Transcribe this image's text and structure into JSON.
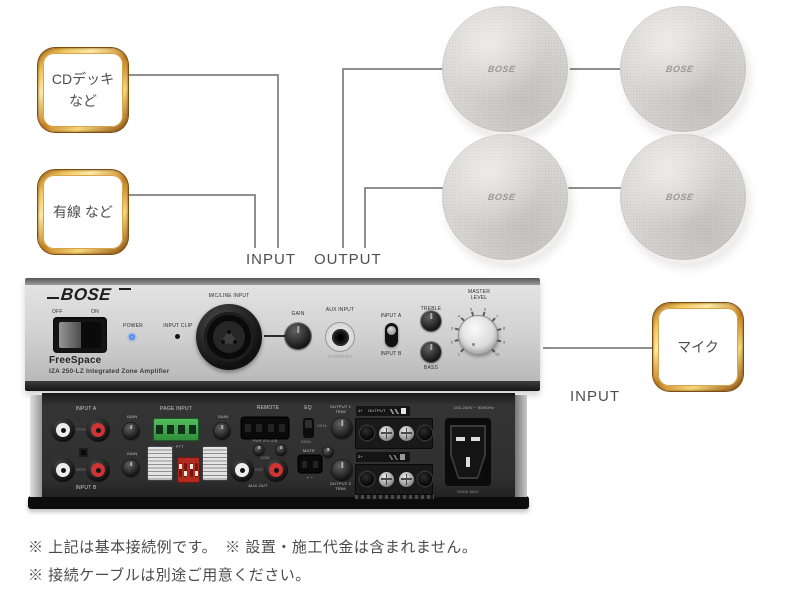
{
  "diagram": {
    "cd_box": {
      "line1": "CDデッキ",
      "line2": "など"
    },
    "wired_box": {
      "label": "有線 など"
    },
    "mic_box": {
      "label": "マイク"
    },
    "input_label_left": "INPUT",
    "output_label": "OUTPUT",
    "input_label_right": "INPUT",
    "speaker_brand": "BOSE",
    "notes": {
      "note1": "※ 上記は基本接続例です。　※ 設置・施工代金は含まれません。",
      "note2": "※ 接続ケーブルは別途ご用意ください。"
    }
  },
  "front_panel": {
    "brand": "BOSE",
    "off": "OFF",
    "on": "ON",
    "power": "POWER",
    "input_clip": "INPUT CLIP",
    "mic_line_input": "MIC/LINE INPUT",
    "gain": "GAIN",
    "aux_input": "AUX INPUT",
    "override": "OVERRIDE",
    "input_a": "INPUT A",
    "input_b": "INPUT B",
    "treble": "TREBLE",
    "bass": "BASS",
    "master_line1": "MASTER",
    "master_line2": "LEVEL",
    "master_scale": [
      "1",
      "2",
      "3",
      "4",
      "5",
      "6",
      "7",
      "8",
      "9",
      "10"
    ],
    "series": "FreeSpace",
    "model": "IZA 250-LZ Integrated Zone Amplifier"
  },
  "rear_panel": {
    "input_a": "INPUT A",
    "input_b": "INPUT B",
    "gain": "GAIN",
    "page_input": "PAGE INPUT",
    "page_marks": "+   −   PTT",
    "remote": "REMOTE",
    "remote_marks": "PWR  VOL  A/B",
    "com": "COM",
    "aux_out": "AUX OUT",
    "eq": "EQ",
    "ds16": "DS16",
    "ds40": "DS40",
    "mute": "MUTE",
    "mute_marks": "+  −",
    "output1_trim": "OUTPUT 1 TRIM",
    "output2_trim": "OUTPUT 2 TRIM",
    "output": "OUTPUT",
    "out1_tag": "1+",
    "out2_tag": "2+",
    "ac_rating": "100-240V ~ 50/60Hz",
    "power_max": "250W MAX"
  },
  "colors": {
    "gold_border": "#c07b1d",
    "line_gray": "#8f8f8f",
    "panel_silver": "#d2d2d2",
    "panel_black": "#2f2f2f",
    "led_blue": "#2f6fe0",
    "rca_red": "#ce3434",
    "euroblock_green": "#3fae49",
    "dip_red": "#b02a20"
  }
}
